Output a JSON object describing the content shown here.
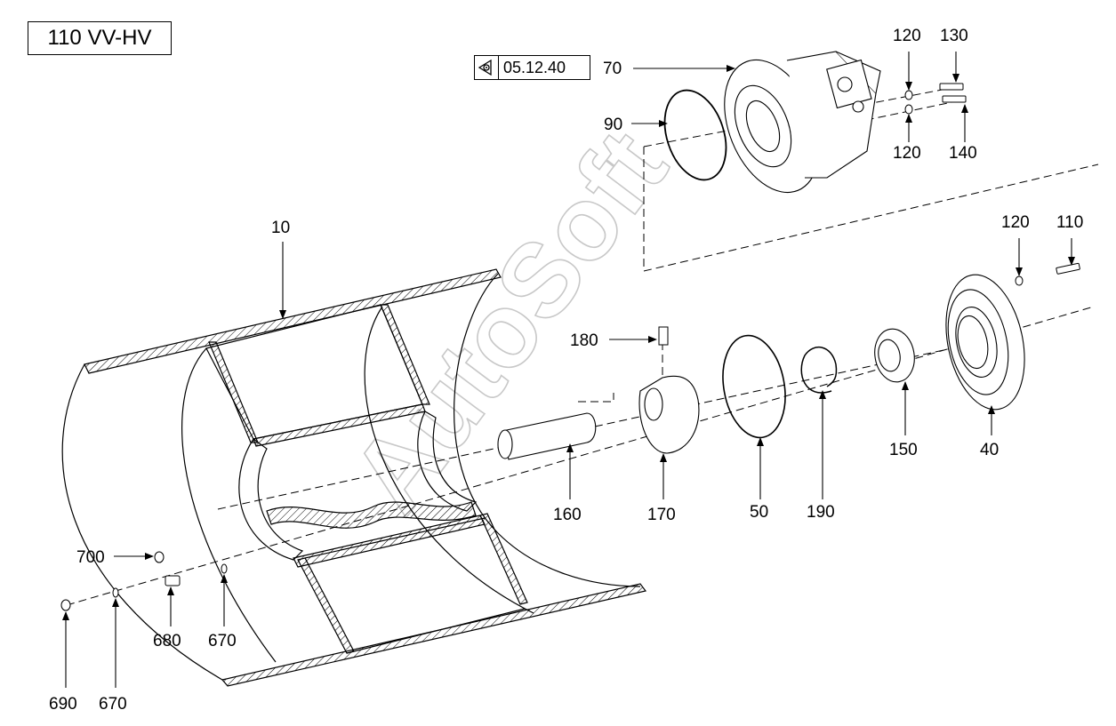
{
  "diagram": {
    "title": "110 VV-HV",
    "reference": {
      "label": "05.12.40",
      "icon": "view-reference-icon"
    },
    "watermark": "AutoSoft",
    "parts": [
      {
        "id": "10",
        "label": "10"
      },
      {
        "id": "40",
        "label": "40"
      },
      {
        "id": "50",
        "label": "50"
      },
      {
        "id": "70",
        "label": "70"
      },
      {
        "id": "90",
        "label": "90"
      },
      {
        "id": "110",
        "label": "110"
      },
      {
        "id": "120a",
        "label": "120"
      },
      {
        "id": "120b",
        "label": "120"
      },
      {
        "id": "120c",
        "label": "120"
      },
      {
        "id": "130",
        "label": "130"
      },
      {
        "id": "140",
        "label": "140"
      },
      {
        "id": "150",
        "label": "150"
      },
      {
        "id": "160",
        "label": "160"
      },
      {
        "id": "170",
        "label": "170"
      },
      {
        "id": "180",
        "label": "180"
      },
      {
        "id": "190",
        "label": "190"
      },
      {
        "id": "670a",
        "label": "670"
      },
      {
        "id": "670b",
        "label": "670"
      },
      {
        "id": "680",
        "label": "680"
      },
      {
        "id": "690",
        "label": "690"
      },
      {
        "id": "700",
        "label": "700"
      }
    ]
  }
}
